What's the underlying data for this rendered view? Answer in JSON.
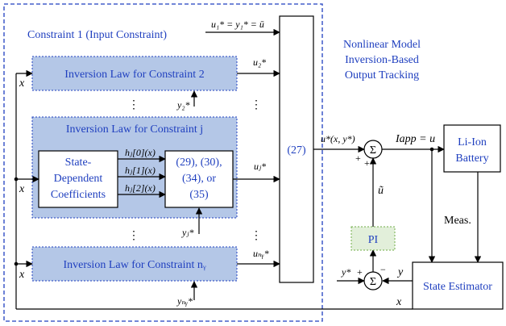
{
  "labels": {
    "constraint1": "Constraint 1 (Input Constraint)",
    "u1_eq": "u₁* = y₁* = ū",
    "inv_law_2": "Inversion Law for Constraint 2",
    "inv_law_j": "Inversion Law for Constraint j",
    "inv_law_ny": "Inversion Law for Constraint nᵧ",
    "sdc_line1": "State-",
    "sdc_line2": "Dependent",
    "sdc_line3": "Coefficients",
    "eqs_line1": "(29), (30),",
    "eqs_line2": "(34), or",
    "eqs_line3": "(35)",
    "block27": "(27)",
    "title_line1": "Nonlinear Model",
    "title_line2": "Inversion-Based",
    "title_line3": "Output Tracking",
    "battery_line1": "Li-Ion",
    "battery_line2": "Battery",
    "state_estimator": "State Estimator",
    "pi": "PI",
    "meas": "Meas.",
    "sum_symbol": "Σ",
    "x": "x",
    "u2": "u₂*",
    "uj": "uⱼ*",
    "uny": "uₙᵧ*",
    "y2": "y₂*",
    "yj": "yⱼ*",
    "yny": "yₙᵧ*",
    "h0": "hⱼ[0](x)",
    "h1": "hⱼ[1](x)",
    "h2": "hⱼ[2](x)",
    "u_star_xy": "u*(x, y*)",
    "i_app": "Iapp = u",
    "u_tilde": "ũ",
    "y_star": "y*",
    "y": "y",
    "plus": "+",
    "minus": "−",
    "vdots": "⋮"
  },
  "colors": {
    "dashed_border": "#1f3fbf",
    "inversion_fill": "#b4c7e7",
    "inversion_border": "#1f3fbf",
    "pi_fill": "#e2efda",
    "pi_border": "#70ad47",
    "text_blue": "#1f3fbf"
  }
}
